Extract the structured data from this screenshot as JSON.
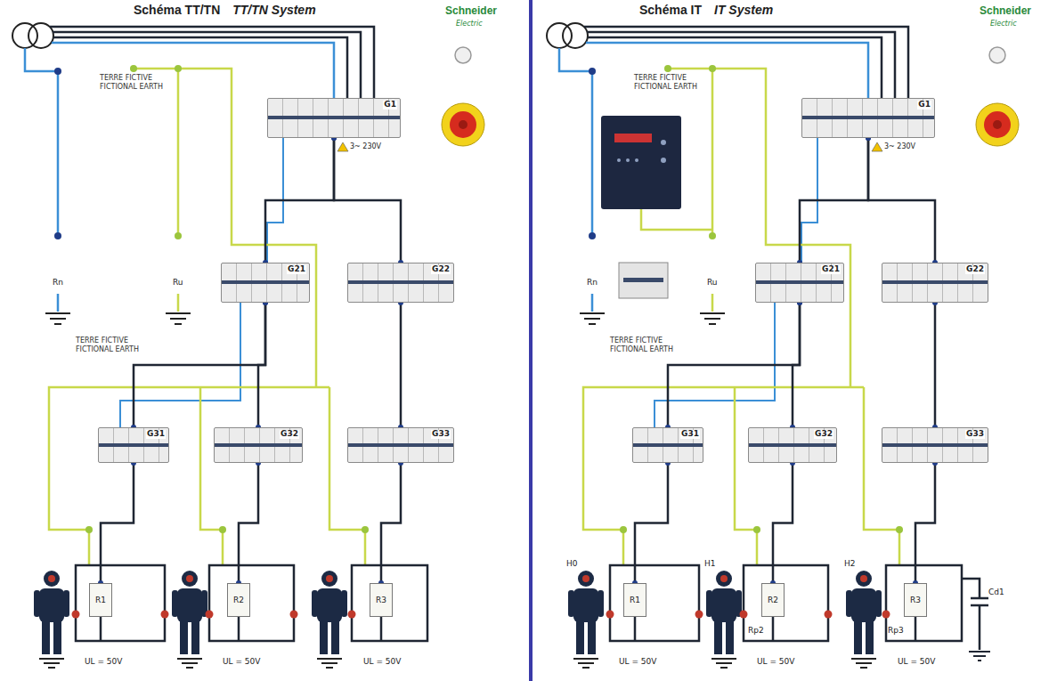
{
  "diagram": {
    "nodes": [
      {
        "text": [
          "Schéma TT/TN",
          "TT/TN System"
        ]
      },
      {
        "text": [
          "G1"
        ],
        "in": 0
      },
      {
        "text": [
          "G21"
        ],
        "in": 0
      },
      {
        "text": [
          "G22"
        ],
        "in": 0
      },
      {
        "text": [
          "G31"
        ],
        "in": 0
      },
      {
        "text": [
          "G32"
        ],
        "in": 0
      },
      {
        "text": [
          "G33"
        ],
        "in": 0
      },
      {
        "text": [
          "R1"
        ],
        "in": 0
      },
      {
        "text": [
          "R2"
        ],
        "in": 0
      },
      {
        "text": [
          "R3"
        ],
        "in": 0
      },
      {
        "text": [
          "Schéma IT",
          "IT System"
        ]
      },
      {
        "text": [
          "G1"
        ],
        "in": 10
      },
      {
        "text": [
          "G21"
        ],
        "in": 10
      },
      {
        "text": [
          "G22"
        ],
        "in": 10
      },
      {
        "text": [
          "G31"
        ],
        "in": 10
      },
      {
        "text": [
          "G32"
        ],
        "in": 10
      },
      {
        "text": [
          "G33"
        ],
        "in": 10
      },
      {
        "text": [
          "R1"
        ],
        "in": 10
      },
      {
        "text": [
          "R2"
        ],
        "in": 10
      },
      {
        "text": [
          "R3"
        ],
        "in": 10
      }
    ],
    "edges": [
      {
        "from": 1,
        "to": 2,
        "arrow": "none"
      },
      {
        "from": 1,
        "to": 3,
        "arrow": "none"
      },
      {
        "from": 2,
        "to": 4,
        "arrow": "none"
      },
      {
        "from": 2,
        "to": 5,
        "arrow": "none"
      },
      {
        "from": 3,
        "to": 6,
        "arrow": "none"
      },
      {
        "from": 4,
        "to": 7,
        "arrow": "none"
      },
      {
        "from": 5,
        "to": 8,
        "arrow": "none"
      },
      {
        "from": 6,
        "to": 9,
        "arrow": "none"
      },
      {
        "from": 11,
        "to": 12,
        "arrow": "none"
      },
      {
        "from": 11,
        "to": 13,
        "arrow": "none"
      },
      {
        "from": 12,
        "to": 14,
        "arrow": "none"
      },
      {
        "from": 12,
        "to": 15,
        "arrow": "none"
      },
      {
        "from": 13,
        "to": 16,
        "arrow": "none"
      },
      {
        "from": 14,
        "to": 17,
        "arrow": "none"
      },
      {
        "from": 15,
        "to": 18,
        "arrow": "none"
      },
      {
        "from": 16,
        "to": 19,
        "arrow": "none"
      }
    ],
    "labels": [
      "Schneider",
      "Electric",
      "3~ 230V",
      "TERRE FICTIVE",
      "FICTIONAL EARTH",
      "Rn",
      "Ru",
      "TERRE FICTIVE",
      "FICTIONAL EARTH",
      "UL = 50V",
      "UL = 50V",
      "UL = 50V",
      "Schneider",
      "Electric",
      "3~ 230V",
      "TERRE FICTIVE",
      "FICTIONAL EARTH",
      "Rn",
      "Ru",
      "TERRE FICTIVE",
      "FICTIONAL EARTH",
      "H0",
      "H1",
      "H2",
      "Rp2",
      "Rp3",
      "Cd1",
      "UL = 50V",
      "UL = 50V",
      "UL = 50V"
    ]
  }
}
